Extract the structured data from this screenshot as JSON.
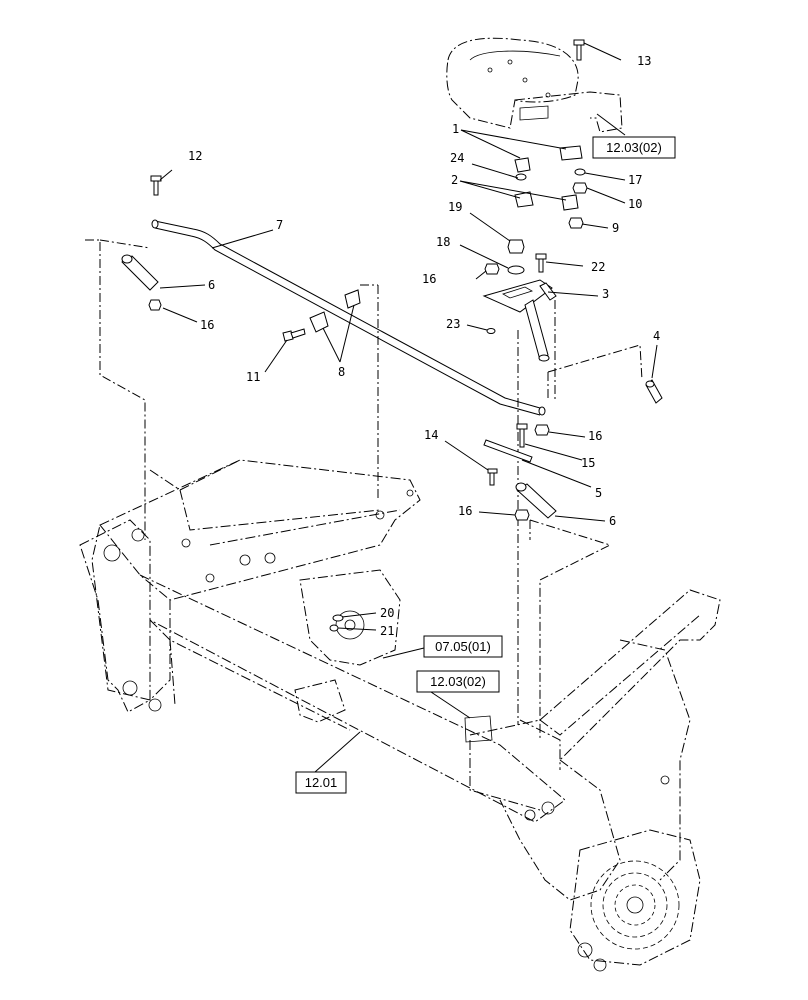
{
  "callouts": [
    {
      "id": "c1",
      "text": "1"
    },
    {
      "id": "c2",
      "text": "2"
    },
    {
      "id": "c3",
      "text": "3"
    },
    {
      "id": "c4",
      "text": "4"
    },
    {
      "id": "c5",
      "text": "5"
    },
    {
      "id": "c6a",
      "text": "6"
    },
    {
      "id": "c6b",
      "text": "6"
    },
    {
      "id": "c7",
      "text": "7"
    },
    {
      "id": "c8",
      "text": "8"
    },
    {
      "id": "c9",
      "text": "9"
    },
    {
      "id": "c10",
      "text": "10"
    },
    {
      "id": "c11",
      "text": "11"
    },
    {
      "id": "c12",
      "text": "12"
    },
    {
      "id": "c13",
      "text": "13"
    },
    {
      "id": "c14",
      "text": "14"
    },
    {
      "id": "c15",
      "text": "15"
    },
    {
      "id": "c16a",
      "text": "16"
    },
    {
      "id": "c16b",
      "text": "16"
    },
    {
      "id": "c16c",
      "text": "16"
    },
    {
      "id": "c16d",
      "text": "16"
    },
    {
      "id": "c17",
      "text": "17"
    },
    {
      "id": "c18",
      "text": "18"
    },
    {
      "id": "c19",
      "text": "19"
    },
    {
      "id": "c20",
      "text": "20"
    },
    {
      "id": "c21",
      "text": "21"
    },
    {
      "id": "c22",
      "text": "22"
    },
    {
      "id": "c23",
      "text": "23"
    },
    {
      "id": "c24",
      "text": "24"
    }
  ],
  "references": [
    {
      "id": "r1",
      "text": "12.03(02)"
    },
    {
      "id": "r2",
      "text": "07.05(01)"
    },
    {
      "id": "r3",
      "text": "12.03(02)"
    },
    {
      "id": "r4",
      "text": "12.01"
    }
  ]
}
